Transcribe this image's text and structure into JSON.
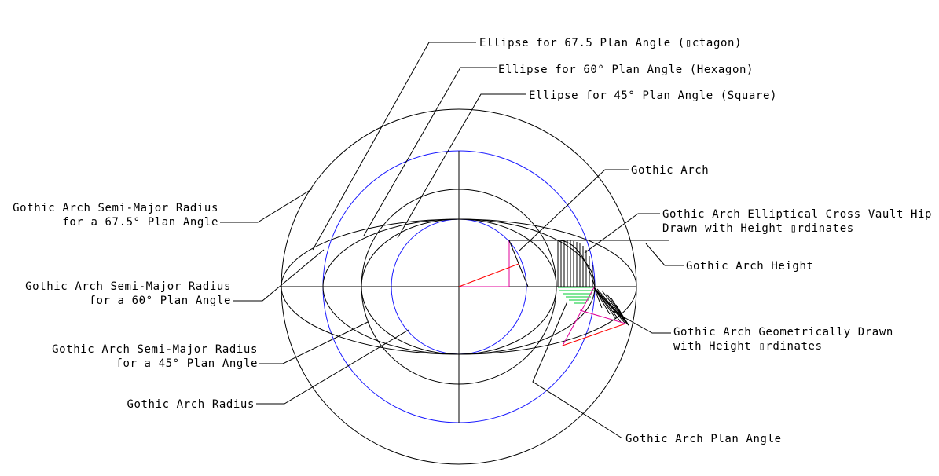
{
  "labels": {
    "ellipse_67": "Ellipse for 67.5 Plan Angle (▯ctagon)",
    "ellipse_60": "Ellipse for 60° Plan Angle (Hexagon)",
    "ellipse_45": "Ellipse for 45° Plan Angle (Square)",
    "semi_major_67_line1": "Gothic Arch Semi-Major Radius",
    "semi_major_67_line2": "for a 67.5° Plan Angle",
    "semi_major_60_line1": "Gothic Arch Semi-Major Radius",
    "semi_major_60_line2": "for a 60° Plan Angle",
    "semi_major_45_line1": "Gothic Arch Semi-Major Radius",
    "semi_major_45_line2": "for a 45° Plan Angle",
    "arch_radius": "Gothic Arch Radius",
    "gothic_arch": "Gothic Arch",
    "hip_line1": "Gothic Arch Elliptical Cross Vault Hip",
    "hip_line2": "Drawn with Height ▯rdinates",
    "arch_height": "Gothic Arch Height",
    "geom_line1": "Gothic Arch Geometrically Drawn",
    "geom_line2": "with Height ▯rdinates",
    "plan_angle": "Gothic Arch Plan Angle"
  },
  "colors": {
    "line": "#000000",
    "blue_circles": "#1a1aff",
    "red": "#ff0000",
    "magenta": "#e0009a",
    "green": "#00cc33"
  }
}
